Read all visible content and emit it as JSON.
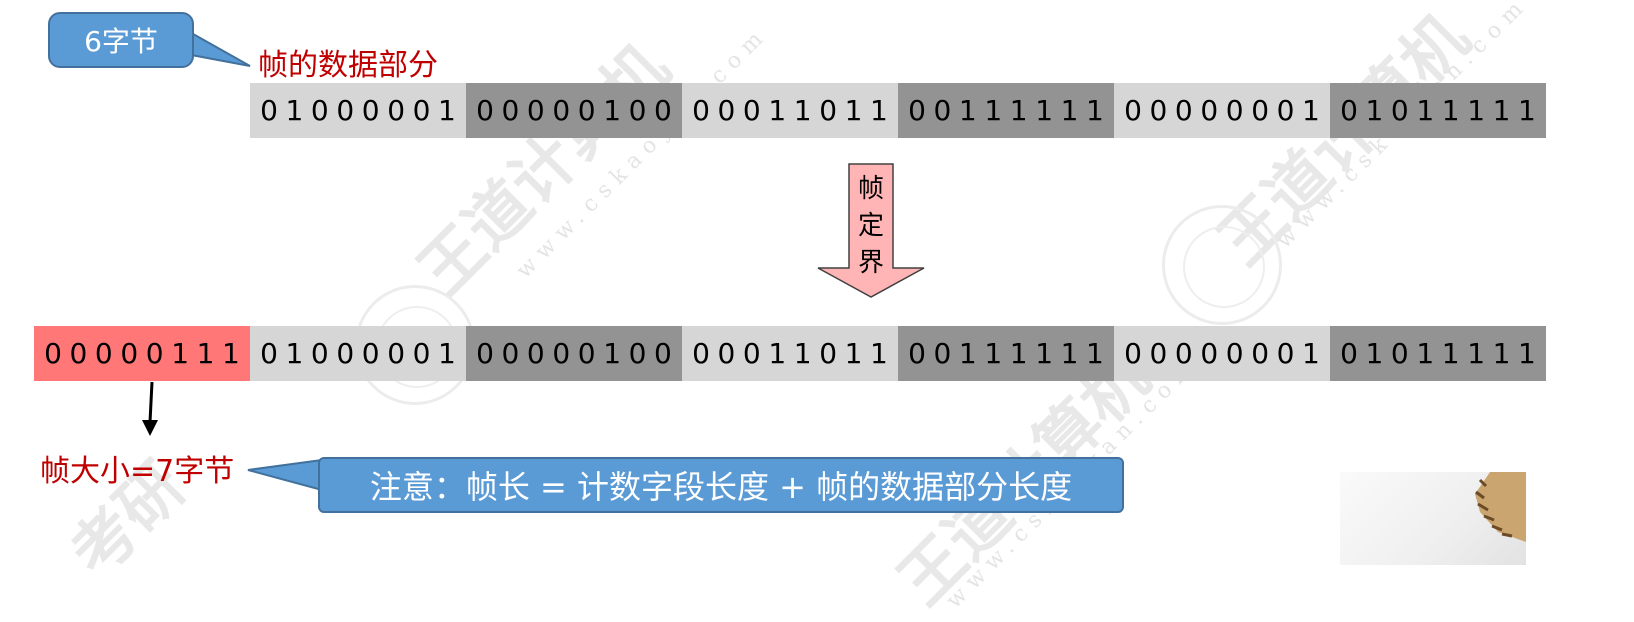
{
  "callout_top": "6字节",
  "data_label": "帧的数据部分",
  "arrow_label": [
    "帧",
    "定",
    "界"
  ],
  "frame_size_label": "帧大小=7字节",
  "note": "注意：帧长 = 计数字段长度 + 帧的数据部分长度",
  "row_top": {
    "segments": [
      {
        "bits": "01000001",
        "shade": "light"
      },
      {
        "bits": "00000100",
        "shade": "dark"
      },
      {
        "bits": "00011011",
        "shade": "light"
      },
      {
        "bits": "00111111",
        "shade": "dark"
      },
      {
        "bits": "00000001",
        "shade": "light"
      },
      {
        "bits": "01011111",
        "shade": "dark"
      }
    ]
  },
  "row_bottom": {
    "segments": [
      {
        "bits": "00000111",
        "shade": "count"
      },
      {
        "bits": "01000001",
        "shade": "light"
      },
      {
        "bits": "00000100",
        "shade": "dark"
      },
      {
        "bits": "00011011",
        "shade": "light"
      },
      {
        "bits": "00111111",
        "shade": "dark"
      },
      {
        "bits": "00000001",
        "shade": "light"
      },
      {
        "bits": "01011111",
        "shade": "dark"
      }
    ]
  },
  "colors": {
    "light": "#d6d6d6",
    "dark": "#939393",
    "count": "#ff7777",
    "callout_fill": "#5b9bd5",
    "label_red": "#c00000",
    "arrow_fill": "#ffb5b5"
  }
}
